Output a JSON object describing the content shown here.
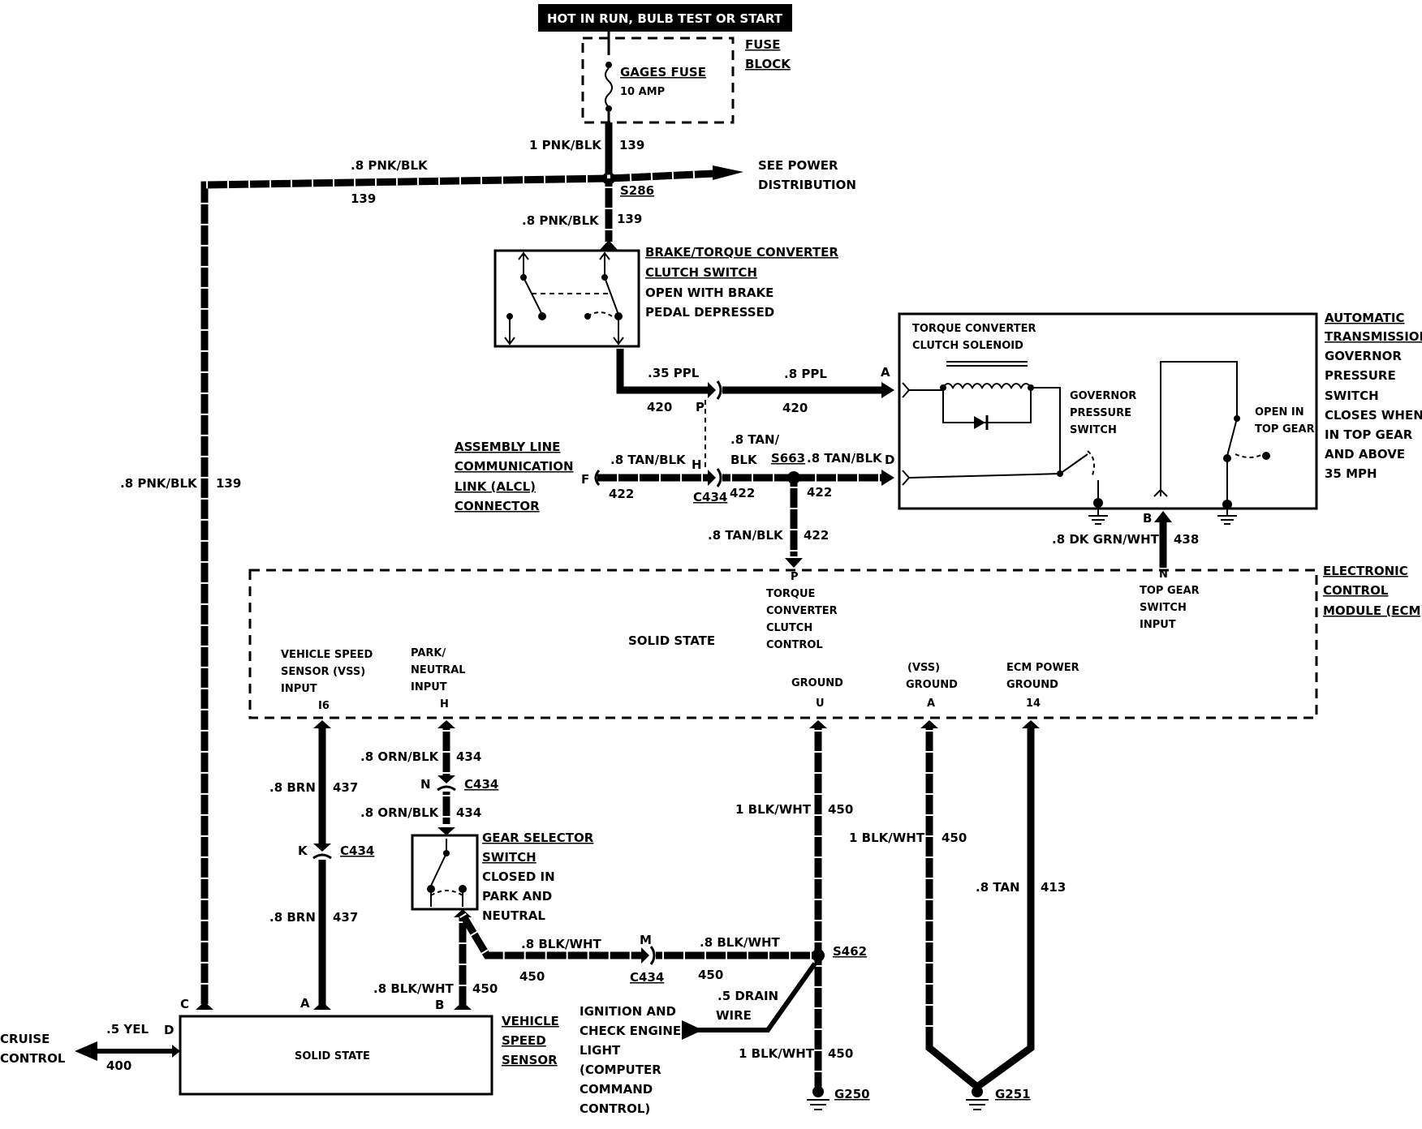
{
  "header": {
    "text": "HOT IN RUN, BULB TEST OR START"
  },
  "fuse": {
    "name": "GAGES FUSE",
    "rating": "10 AMP",
    "block_label_1": "FUSE",
    "block_label_2": "BLOCK"
  },
  "wires": {
    "w1": "1 PNK/BLK",
    "w1n": "139",
    "w2": ".8 PNK/BLK",
    "w2n": "139",
    "w3": ".8 PNK/BLK",
    "w3n": "139",
    "w4": ".8 PNK/BLK",
    "w4n": "139",
    "w5": ".35 PPL",
    "w5n": "420",
    "w6": ".8 PPL",
    "w6n": "420",
    "w7": ".8 TAN/BLK",
    "w7n": "422",
    "w8a": ".8 TAN/",
    "w8b": "BLK",
    "w8n": "422",
    "w9": ".8 TAN/BLK",
    "w9n": "422",
    "w10": ".8 TAN/BLK",
    "w10n": "422",
    "w11": ".8 DK GRN/WHT",
    "w11n": "438",
    "w12": ".8 ORN/BLK",
    "w12n": "434",
    "w13": ".8 ORN/BLK",
    "w13n": "434",
    "w14": ".8 BRN",
    "w14n": "437",
    "w15": ".8 BRN",
    "w15n": "437",
    "w16": "1 BLK/WHT",
    "w16n": "450",
    "w17": "1 BLK/WHT",
    "w17n": "450",
    "w18": ".8 TAN",
    "w18n": "413",
    "w19": ".8 BLK/WHT",
    "w19n": "450",
    "w20": ".8 BLK/WHT",
    "w20n": "450",
    "w21": ".8 BLK/WHT",
    "w21n": "450",
    "w22": ".5 DRAIN",
    "w22b": "WIRE",
    "w23": "1 BLK/WHT",
    "w23n": "450",
    "w24": ".5 YEL",
    "w24n": "400"
  },
  "splices": {
    "s286": "S286",
    "s663": "S663",
    "s462": "S462"
  },
  "connectors": {
    "c434": "C434"
  },
  "pins": {
    "A": "A",
    "D": "D",
    "F": "F",
    "H": "H",
    "P": "P",
    "B": "B",
    "N": "N",
    "I6": "I6",
    "U": "U",
    "14": "14",
    "K": "K",
    "M": "M",
    "C": "C"
  },
  "power_dist": {
    "line1": "SEE POWER",
    "line2": "DISTRIBUTION"
  },
  "brake_switch": {
    "l1": "BRAKE/TORQUE CONVERTER",
    "l2": "CLUTCH SWITCH",
    "l3": "OPEN WITH BRAKE",
    "l4": "PEDAL DEPRESSED"
  },
  "trans": {
    "solenoid_1": "TORQUE CONVERTER",
    "solenoid_2": "CLUTCH SOLENOID",
    "gov_1": "GOVERNOR",
    "gov_2": "PRESSURE",
    "gov_3": "SWITCH",
    "top_1": "OPEN IN",
    "top_2": "TOP GEAR",
    "r1": "AUTOMATIC",
    "r2": "TRANSMISSION",
    "r3": "GOVERNOR",
    "r4": "PRESSURE",
    "r5": "SWITCH",
    "r6": "CLOSES WHEN",
    "r7": "IN TOP GEAR",
    "r8": "AND ABOVE",
    "r9": "35 MPH"
  },
  "alcl": {
    "l1": "ASSEMBLY LINE",
    "l2": "COMMUNICATION",
    "l3": "LINK (ALCL)",
    "l4": "CONNECTOR"
  },
  "ecm": {
    "r1": "ELECTRONIC",
    "r2": "CONTROL",
    "r3": "MODULE (ECM)",
    "solid": "SOLID STATE",
    "tcc_1": "TORQUE",
    "tcc_2": "CONVERTER",
    "tcc_3": "CLUTCH",
    "tcc_4": "CONTROL",
    "top_1": "TOP GEAR",
    "top_2": "SWITCH",
    "top_3": "INPUT",
    "vss_1": "VEHICLE SPEED",
    "vss_2": "SENSOR (VSS)",
    "vss_3": "INPUT",
    "pn_1": "PARK/",
    "pn_2": "NEUTRAL",
    "pn_3": "INPUT",
    "gnd": "GROUND",
    "vssg_1": "(VSS)",
    "vssg_2": "GROUND",
    "pwrg_1": "ECM POWER",
    "pwrg_2": "GROUND"
  },
  "gear_switch": {
    "l1": "GEAR SELECTOR",
    "l2": "SWITCH",
    "l3": "CLOSED IN",
    "l4": "PARK AND",
    "l5": "NEUTRAL"
  },
  "vss_box": {
    "solid": "SOLID STATE",
    "l1": "VEHICLE",
    "l2": "SPEED",
    "l3": "SENSOR"
  },
  "cruise": {
    "l1": "CRUISE",
    "l2": "CONTROL"
  },
  "ign": {
    "l1": "IGNITION AND",
    "l2": "CHECK ENGINE",
    "l3": "LIGHT",
    "l4": "(COMPUTER",
    "l5": "COMMAND",
    "l6": "CONTROL)"
  },
  "grounds": {
    "g250": "G250",
    "g251": "G251"
  }
}
